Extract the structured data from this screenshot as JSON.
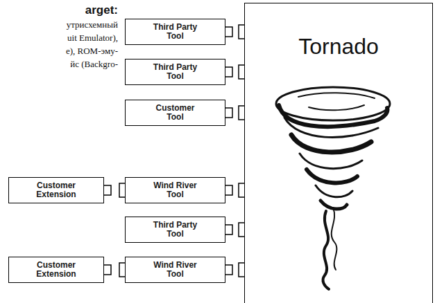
{
  "diagram": {
    "nodes": [
      {
        "text": [
          "Tornado"
        ]
      },
      {
        "text": [
          "Third Party Tool"
        ]
      },
      {
        "text": [
          "Third Party Tool"
        ]
      },
      {
        "text": [
          "Customer Tool"
        ]
      },
      {
        "text": [
          "Customer Extension"
        ]
      },
      {
        "text": [
          "Wind River Tool"
        ]
      },
      {
        "text": [
          "Third Party Tool"
        ]
      },
      {
        "text": [
          "Customer Extension"
        ]
      },
      {
        "text": [
          "Wind River Tool"
        ]
      }
    ],
    "edges": [
      {
        "from": 1,
        "to": 0,
        "arrow": "none"
      },
      {
        "from": 2,
        "to": 0,
        "arrow": "none"
      },
      {
        "from": 3,
        "to": 0,
        "arrow": "none"
      },
      {
        "from": 4,
        "to": 5,
        "arrow": "none"
      },
      {
        "from": 5,
        "to": 0,
        "arrow": "none"
      },
      {
        "from": 6,
        "to": 0,
        "arrow": "none"
      },
      {
        "from": 7,
        "to": 8,
        "arrow": "none"
      },
      {
        "from": 8,
        "to": 0,
        "arrow": "none"
      }
    ],
    "labels": [
      "arget:",
      "утрисхемный",
      "uit Emulator),",
      "e), ROM-эму-",
      "йс (Backgro-"
    ]
  }
}
